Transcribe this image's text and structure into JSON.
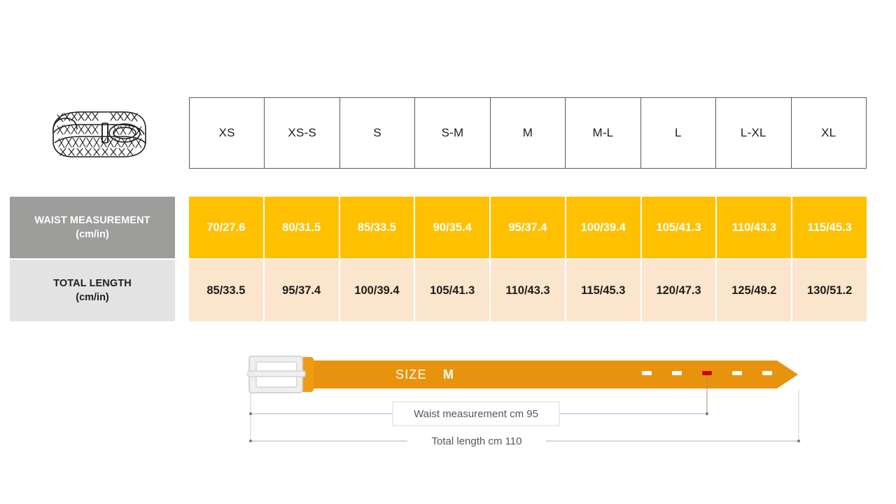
{
  "product": {
    "icon_name": "braided-belt-illustration"
  },
  "table": {
    "size_headers": [
      "XS",
      "XS-S",
      "S",
      "S-M",
      "M",
      "M-L",
      "L",
      "L-XL",
      "XL"
    ],
    "rows": [
      {
        "label_line1": "WAIST MEASUREMENT",
        "label_line2": "(cm/in)",
        "values": [
          "70/27.6",
          "80/31.5",
          "85/33.5",
          "90/35.4",
          "95/37.4",
          "100/39.4",
          "105/41.3",
          "110/43.3",
          "115/45.3"
        ]
      },
      {
        "label_line1": "TOTAL LENGTH",
        "label_line2": "(cm/in)",
        "values": [
          "85/33.5",
          "95/37.4",
          "100/39.4",
          "105/41.3",
          "110/43.3",
          "115/45.3",
          "120/47.3",
          "125/49.2",
          "130/51.2"
        ]
      }
    ]
  },
  "diagram": {
    "size_prefix": "SIZE",
    "size_value": "M",
    "waist_label": "Waist measurement cm 95",
    "total_label": "Total length cm 110",
    "holes_count": 5,
    "highlighted_hole_index": 2
  },
  "colors": {
    "belt_orange": "#e8930e",
    "waist_row_bg": "#ffc000",
    "total_row_bg": "#fce5cd",
    "waist_label_bg": "#9d9d9c",
    "total_label_bg": "#e3e3e3",
    "hole_highlight": "#cc0000",
    "buckle_gray": "#e6e6e6",
    "border_gray": "#59595b",
    "dim_line_gray": "#b2b2b2"
  }
}
